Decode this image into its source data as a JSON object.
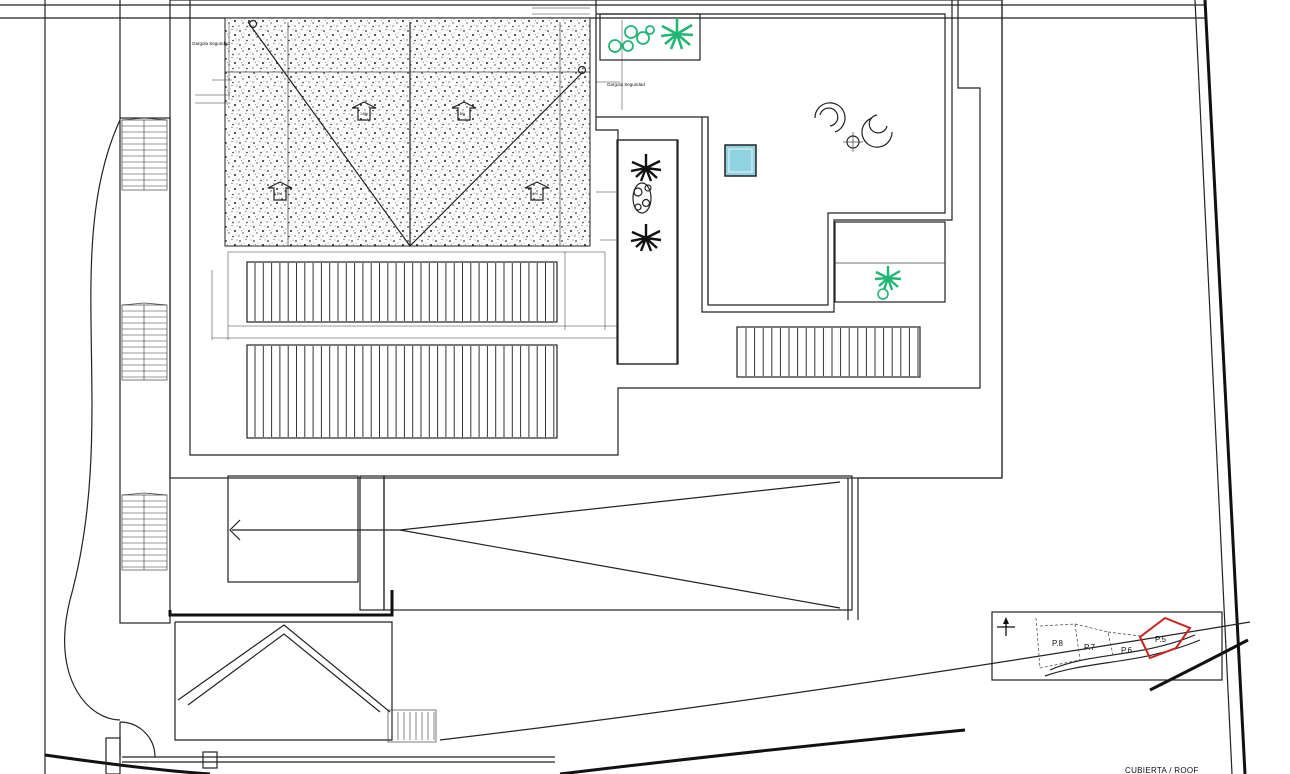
{
  "drawing": {
    "title": "CUBIERTA / ROOF",
    "notes": {
      "gargola_left": "Gargola Seguridad",
      "gargola_right": "Gargola Seguridad"
    },
    "slopes": [
      "1.5%",
      "1.5%",
      "1.5%",
      "1.5%"
    ],
    "plots": [
      "P.8",
      "P.7",
      "P.6",
      "P.5"
    ],
    "highlighted_plot": "P.5",
    "colors": {
      "line": "#222222",
      "plant": "#22b573",
      "pool": "#8fd3e0",
      "highlight": "#cc2222"
    }
  }
}
